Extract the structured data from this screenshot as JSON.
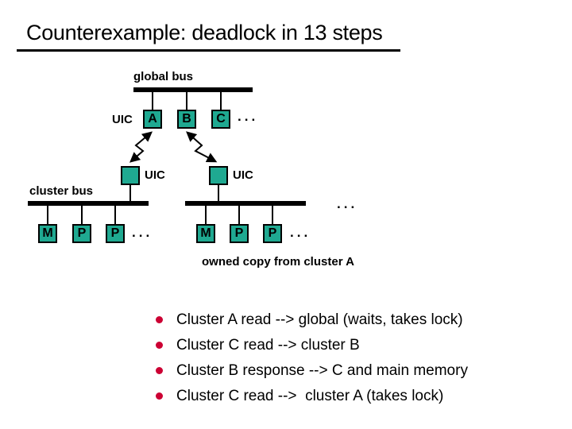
{
  "title": "Counterexample: deadlock in 13 steps",
  "diagram": {
    "global_bus_label": "global bus",
    "uic_label": "UIC",
    "top_boxes": [
      "A",
      "B",
      "C"
    ],
    "ellipsis": "...",
    "cluster_bus_label": "cluster bus",
    "clusters": [
      {
        "nodes": [
          "M",
          "P",
          "P"
        ]
      },
      {
        "nodes": [
          "M",
          "P",
          "P"
        ]
      }
    ],
    "caption": "owned copy from cluster A",
    "colors": {
      "box_fill": "#1fa991",
      "bullet": "#cc0033",
      "line": "#000000"
    }
  },
  "bullets": [
    "Cluster A read --> global (waits, takes lock)",
    "Cluster C read --> cluster B",
    "Cluster B response --> C and main memory",
    "Cluster C read -->  cluster A (takes lock)"
  ]
}
